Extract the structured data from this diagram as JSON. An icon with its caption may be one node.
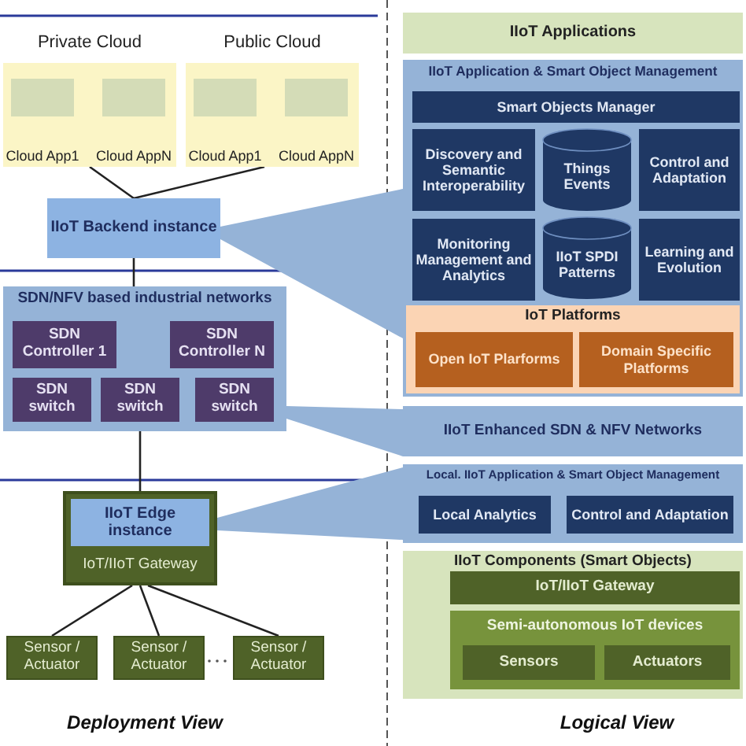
{
  "diagram": {
    "nodes": [
      {
        "text": [
          "Private Cloud"
        ]
      },
      {
        "text": [
          "Cloud App1"
        ],
        "in": 0
      },
      {
        "text": [
          "Cloud AppN"
        ],
        "in": 0
      },
      {
        "text": [
          "Public Cloud"
        ]
      },
      {
        "text": [
          "Cloud App1"
        ],
        "in": 3
      },
      {
        "text": [
          "Cloud AppN"
        ],
        "in": 3
      },
      {
        "text": [
          "IIoT Backend instance"
        ]
      },
      {
        "text": [
          "SDN/NFV based industrial networks"
        ]
      },
      {
        "text": [
          "SDN Controller 1"
        ],
        "in": 7
      },
      {
        "text": [
          "SDN Controller N"
        ],
        "in": 7
      },
      {
        "text": [
          "SDN switch"
        ],
        "in": 7
      },
      {
        "text": [
          "SDN switch"
        ],
        "in": 7
      },
      {
        "text": [
          "SDN switch"
        ],
        "in": 7
      },
      {
        "text": [
          "IoT/IIoT Gateway"
        ]
      },
      {
        "text": [
          "IIoT Edge instance"
        ],
        "in": 13
      },
      {
        "text": [
          "Sensor / Actuator"
        ]
      },
      {
        "text": [
          "Sensor / Actuator"
        ]
      },
      {
        "text": [
          "Sensor / Actuator"
        ]
      },
      {
        "text": [
          "IIoT Applications"
        ]
      },
      {
        "text": [
          "IIoT Application & Smart Object Management"
        ]
      },
      {
        "text": [
          "Smart Objects Manager"
        ],
        "in": 19
      },
      {
        "text": [
          "Discovery and Semantic Interoperability"
        ],
        "in": 19
      },
      {
        "text": [
          "Things Events"
        ],
        "in": 19
      },
      {
        "text": [
          "Control and Adaptation"
        ],
        "in": 19
      },
      {
        "text": [
          "Monitoring Management and Analytics"
        ],
        "in": 19
      },
      {
        "text": [
          "IIoT SPDI Patterns"
        ],
        "in": 19
      },
      {
        "text": [
          "Learning and Evolution"
        ],
        "in": 19
      },
      {
        "text": [
          "IoT Platforms"
        ],
        "in": 19
      },
      {
        "text": [
          "Open IoT Plarforms"
        ],
        "in": 27
      },
      {
        "text": [
          "Domain Specific Platforms"
        ],
        "in": 27
      },
      {
        "text": [
          "IIoT Enhanced SDN & NFV Networks"
        ]
      },
      {
        "text": [
          "Local. IIoT Application & Smart Object Management"
        ]
      },
      {
        "text": [
          "Local Analytics"
        ],
        "in": 31
      },
      {
        "text": [
          "Control and Adaptation"
        ],
        "in": 31
      },
      {
        "text": [
          "IIoT Components (Smart Objects)"
        ]
      },
      {
        "text": [
          "IoT/IIoT Gateway"
        ],
        "in": 34
      },
      {
        "text": [
          "Semi-autonomous IoT devices"
        ],
        "in": 34
      },
      {
        "text": [
          "Sensors"
        ],
        "in": 36
      },
      {
        "text": [
          "Actuators"
        ],
        "in": 36
      }
    ],
    "edges": [
      {
        "from": 0,
        "to": 6,
        "arrow": "none"
      },
      {
        "from": 3,
        "to": 6,
        "arrow": "none"
      },
      {
        "from": 6,
        "to": 7,
        "arrow": "none"
      },
      {
        "from": 11,
        "to": 13,
        "arrow": "none"
      },
      {
        "from": 13,
        "to": 15,
        "arrow": "none"
      },
      {
        "from": 13,
        "to": 16,
        "arrow": "none"
      },
      {
        "from": 13,
        "to": 17,
        "arrow": "none"
      },
      {
        "from": 6,
        "to": 19,
        "arrow": "none"
      },
      {
        "from": 7,
        "to": 30,
        "arrow": "none"
      },
      {
        "from": 13,
        "to": 31,
        "arrow": "none"
      }
    ],
    "labels": [
      "Deployment View",
      "Logical View"
    ]
  }
}
